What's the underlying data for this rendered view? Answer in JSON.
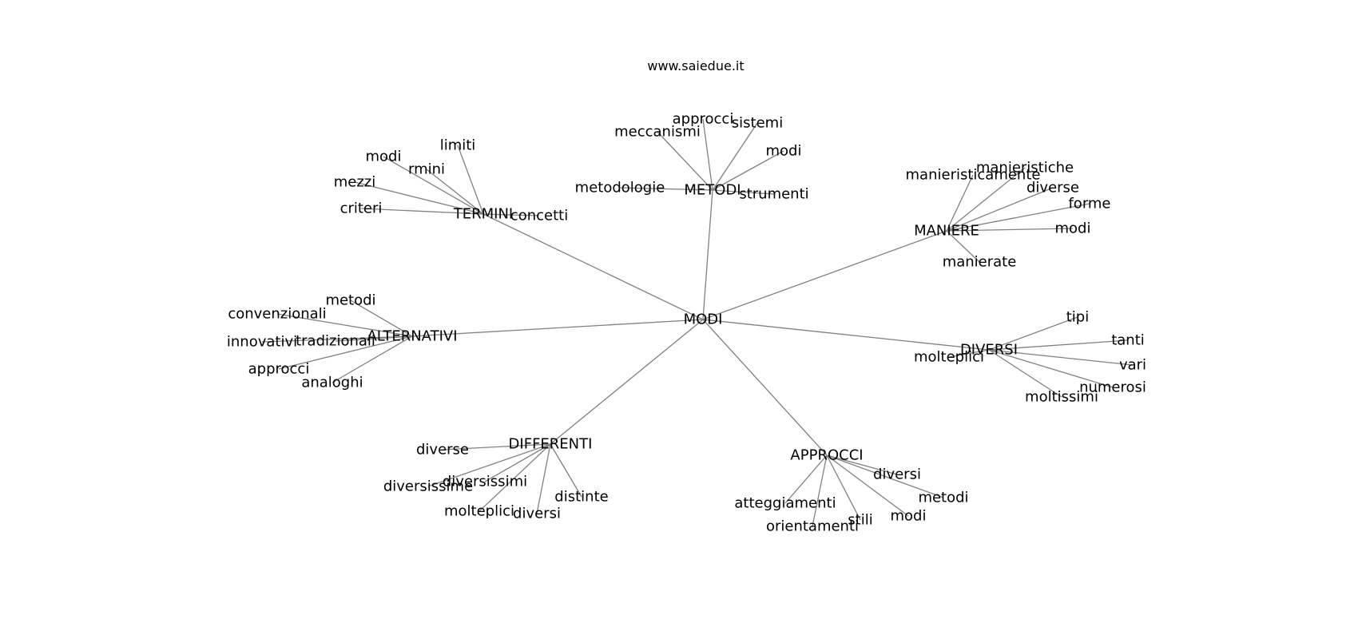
{
  "caption": "www.saiedue.it",
  "edge_color": "#808080",
  "text_color": "#000000",
  "graph": {
    "root": "MODI",
    "clusters": [
      {
        "hub": "TERMINI",
        "leaves": [
          "limiti",
          "modi",
          "rmini",
          "mezzi",
          "criteri",
          "concetti"
        ]
      },
      {
        "hub": "METODI",
        "leaves": [
          "approcci",
          "sistemi",
          "modi",
          "meccanismi",
          "metodologie",
          "strumenti"
        ]
      },
      {
        "hub": "MANIERE",
        "leaves": [
          "manieristiche",
          "manieristicamente",
          "diverse",
          "forme",
          "modi",
          "manierate"
        ]
      },
      {
        "hub": "ALTERNATIVI",
        "leaves": [
          "metodi",
          "convenzionali",
          "innovativi",
          "tradizionali",
          "approcci",
          "analoghi"
        ]
      },
      {
        "hub": "DIVERSI",
        "leaves": [
          "tipi",
          "tanti",
          "vari",
          "numerosi",
          "moltissimi",
          "molteplici"
        ]
      },
      {
        "hub": "DIFFERENTI",
        "leaves": [
          "diverse",
          "diversissimi",
          "diversissime",
          "molteplici",
          "diversi",
          "distinte"
        ]
      },
      {
        "hub": "APPROCCI",
        "leaves": [
          "diversi",
          "metodi",
          "modi",
          "stili",
          "orientamenti",
          "atteggiamenti"
        ]
      }
    ]
  }
}
